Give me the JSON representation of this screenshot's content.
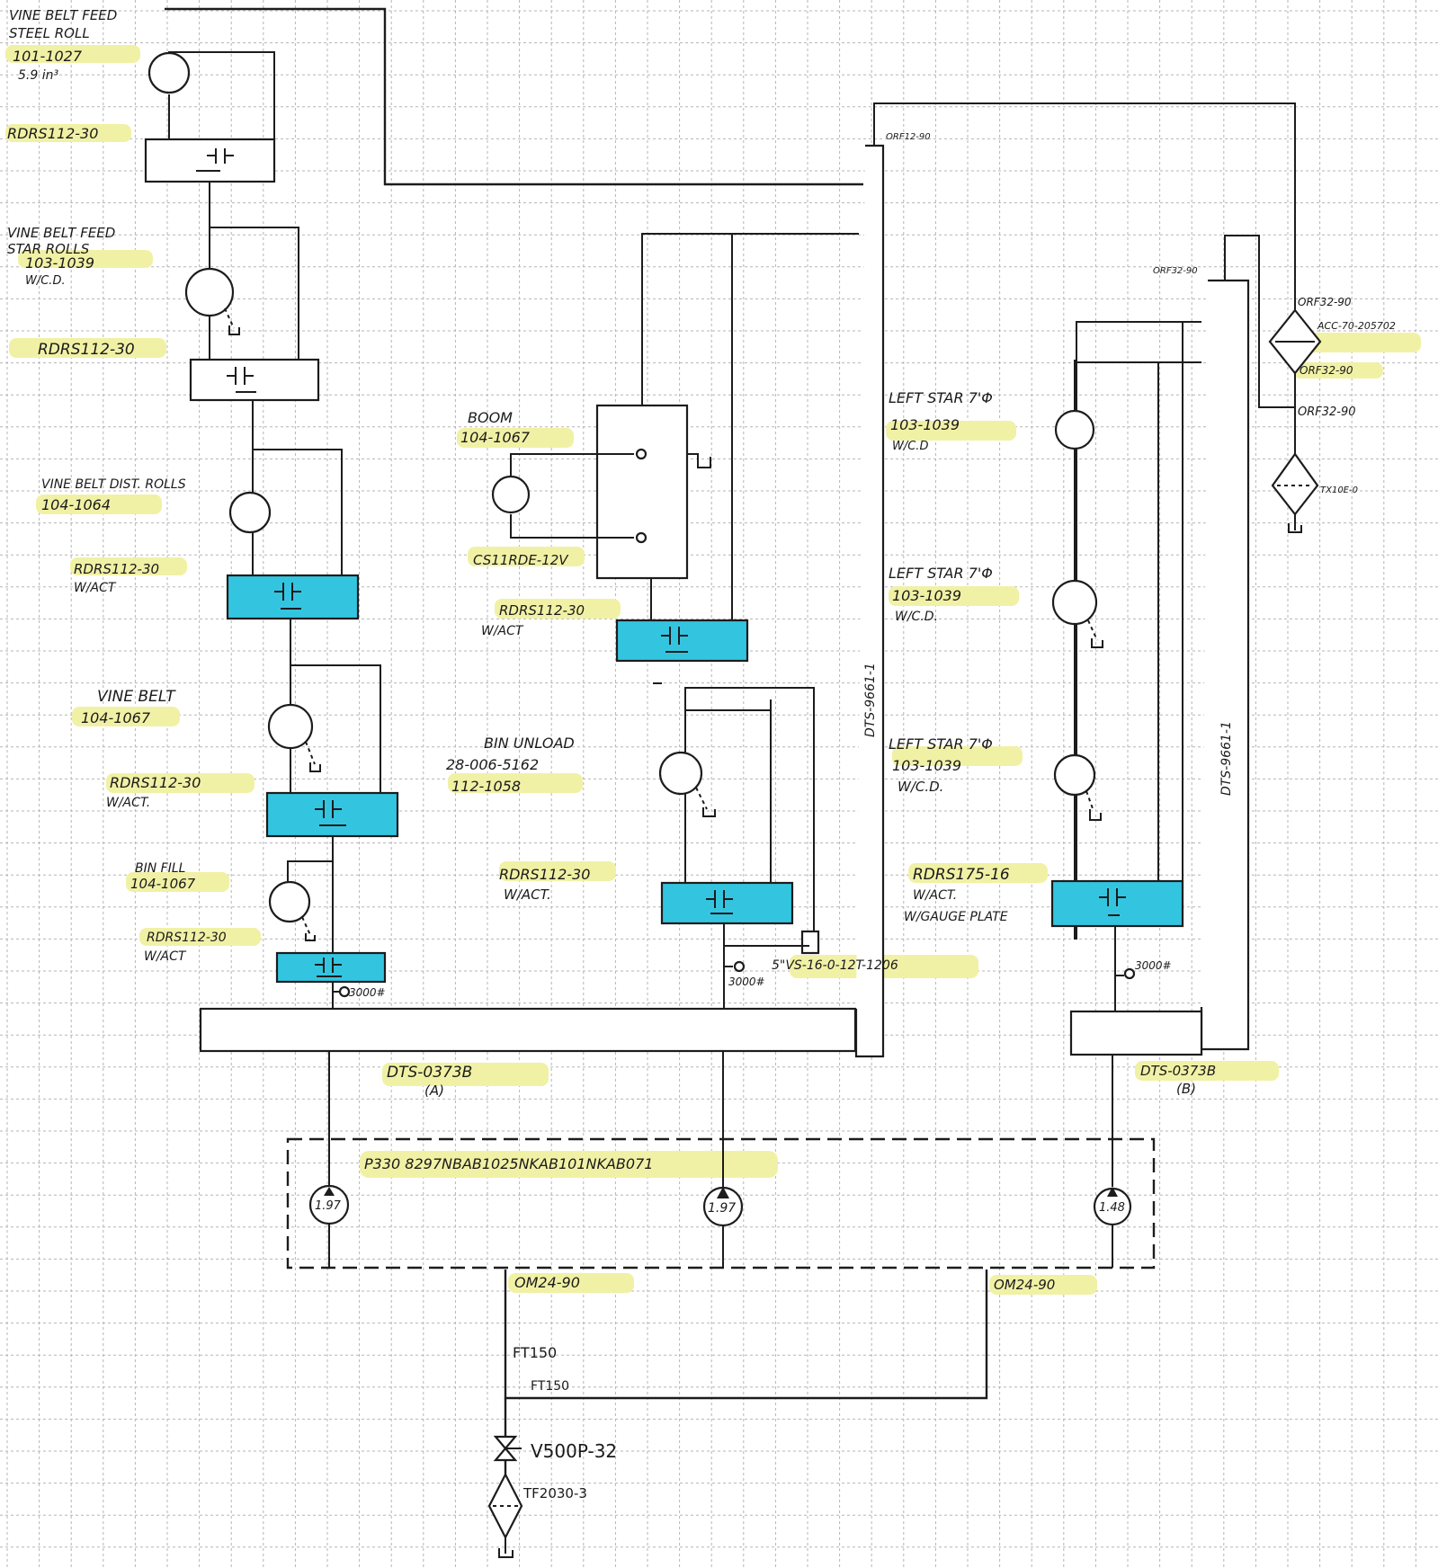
{
  "diagram": {
    "top_left": {
      "motor1": [
        "VINE BELT FEED",
        "STEEL ROLL",
        "101-1027",
        "5.9 in³"
      ],
      "valve1": "RDRS112-30",
      "motor2": [
        "VINE BELT FEED",
        "STAR ROLLS",
        "103-1039",
        "W/C.D."
      ],
      "valve2": "RDRS112-30",
      "motor3": [
        "VINE BELT DIST. ROLLS",
        "104-1064"
      ],
      "valve3": [
        "RDRS112-30",
        "W/ACT"
      ],
      "motor4": [
        "VINE BELT",
        "104-1067"
      ],
      "valve4": [
        "RDRS112-30",
        "W/ACT."
      ],
      "motor5": [
        "BIN FILL",
        "104-1067"
      ],
      "valve5": [
        "RDRS112-30",
        "W/ACT"
      ],
      "relief_a": "3000#"
    },
    "middle": {
      "boom": [
        "BOOM",
        "104-1067"
      ],
      "cylinder": "CS11RDE-12V",
      "valve_boom": [
        "RDRS112-30",
        "W/ACT"
      ],
      "bin_unload": [
        "BIN UNLOAD",
        "28-006-5162",
        "112-1058"
      ],
      "valve_bin": [
        "RDRS112-30",
        "W/ACT."
      ],
      "relief_b": "3000#",
      "check": "5\"VS-16-0-12T-1206"
    },
    "right": {
      "line_top": "ORF12-90",
      "dts_mid": "DTS-9661-1",
      "dts_right": "DTS-9661-1",
      "orf_left": "ORF32-90",
      "orf1": "ORF32-90",
      "filter_part": "ACC-70-205702",
      "orf2": "ORF32-90",
      "orf3": "ORF32-90",
      "tank_filter": "TX10E-0",
      "star1": [
        "LEFT STAR 7'Φ",
        "103-1039",
        "W/C.D"
      ],
      "star2": [
        "LEFT STAR 7'Φ",
        "103-1039",
        "W/C.D."
      ],
      "star3": [
        "LEFT STAR 7'Φ",
        "103-1039",
        "W/C.D."
      ],
      "valve_star": [
        "RDRS175-16",
        "W/ACT.",
        "W/GAUGE PLATE"
      ],
      "relief_c": "3000#"
    },
    "bottom": {
      "manifold_a": [
        "DTS-0373B",
        "(A)"
      ],
      "manifold_b": [
        "DTS-0373B",
        "(B)"
      ],
      "pump_part": "P330 8297NBAB1025NKAB101NKAB071",
      "pump1": "1.97",
      "pump2": "1.97",
      "pump3": "1.48",
      "om_left": "OM24-90",
      "om_right": "OM24-90",
      "ft1": "FT150",
      "ft2": "FT150",
      "valve_v": "V500P-32",
      "strainer": "TF2030-3"
    }
  }
}
